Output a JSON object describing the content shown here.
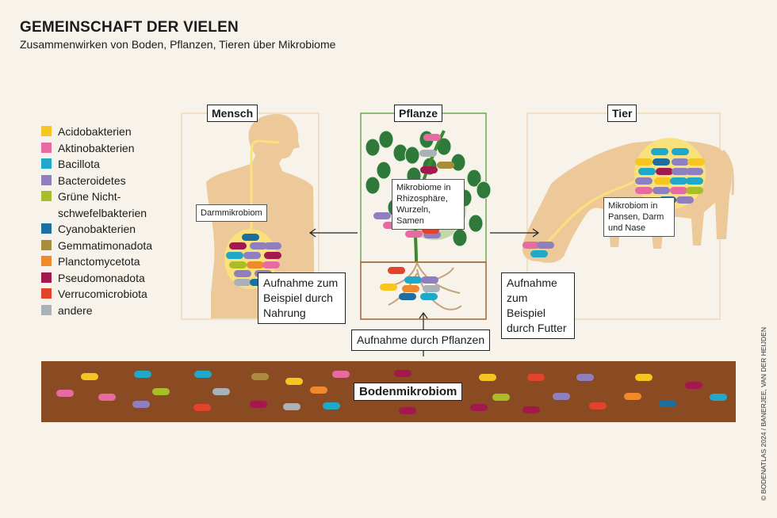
{
  "title": "GEMEINSCHAFT DER VIELEN",
  "subtitle": "Zusammenwirken von Boden, Pflanzen, Tieren über Mikrobiome",
  "legend": [
    {
      "label": "Acidobakterien",
      "color": "#f7c520"
    },
    {
      "label": "Aktinobakterien",
      "color": "#e76ba0"
    },
    {
      "label": "Bacillota",
      "color": "#1fa8c7"
    },
    {
      "label": "Bacteroidetes",
      "color": "#8f7fbf"
    },
    {
      "label": "Grüne Nicht-schwefelbakterien",
      "color": "#a8bd28"
    },
    {
      "label": "Cyanobakterien",
      "color": "#1c6f9e"
    },
    {
      "label": "Gemmatimonadota",
      "color": "#a98d3c"
    },
    {
      "label": "Planctomycetota",
      "color": "#ee8a2c"
    },
    {
      "label": "Pseudomonadota",
      "color": "#a3194e"
    },
    {
      "label": "Verrucomicrobiota",
      "color": "#e2432a"
    },
    {
      "label": "andere",
      "color": "#a9b2b8"
    }
  ],
  "panels": {
    "mensch": "Mensch",
    "pflanze": "Pflanze",
    "tier": "Tier"
  },
  "labels": {
    "darm": "Darmmikrobiom",
    "rhizo": "Mikrobiome in Rhizosphäre, Wurzeln, Samen",
    "tier_mikro": "Mikrobiom in Pansen, Darm und Nase",
    "nahrung": "Aufnahme zum Beispiel durch Nahrung",
    "futter": "Aufnahme zum Beispiel durch Futter",
    "pflanzen_aufnahme": "Aufnahme durch Pflanzen",
    "boden": "Bodenmikrobiom"
  },
  "credit": "© BODENATLAS 2024 / BANERJEE, VAN DER HEIJDEN"
}
